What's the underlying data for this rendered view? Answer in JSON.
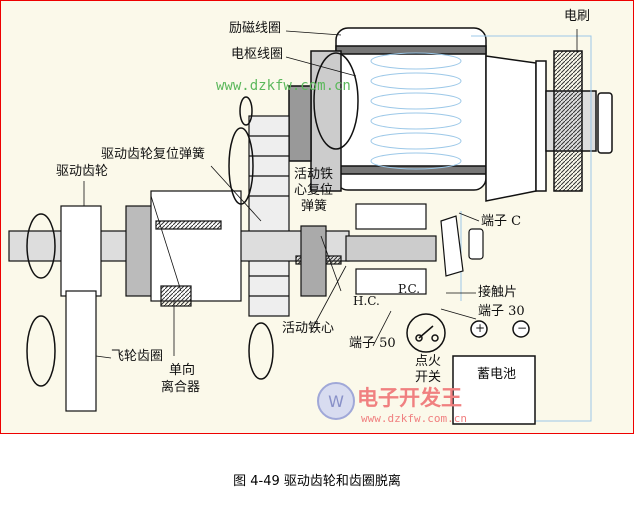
{
  "labels": {
    "field_coil": "励磁线圈",
    "armature_coil": "电枢线圈",
    "brush": "电刷",
    "drive_gear_return_spring": "驱动齿轮复位弹簧",
    "drive_gear": "驱动齿轮",
    "plunger_return_spring_l1": "活动铁",
    "plunger_return_spring_l2": "心复位",
    "plunger_return_spring_l3": "弹簧",
    "terminal_c": "端子 C",
    "contact_plate": "接触片",
    "terminal_30": "端子 30",
    "hc": "H.C.",
    "pc": "P.C.",
    "plunger": "活动铁心",
    "terminal_50": "端子 50",
    "flywheel_ring": "飞轮齿圈",
    "one_way_clutch_l1": "单向",
    "one_way_clutch_l2": "离合器",
    "ignition_switch_l1": "点火",
    "ignition_switch_l2": "开关",
    "battery": "蓄电池",
    "plus": "+",
    "minus": "−"
  },
  "watermark": {
    "url_top": "www.dzkfw.com.cn",
    "logo_text": "电子开发王",
    "url_bottom": "www.dzkfw.com.cn"
  },
  "caption": "图 4-49 驱动齿轮和齿圈脱离",
  "colors": {
    "border": "#e00000",
    "background": "#fbf9ea",
    "watermark_green": "#5cb85c",
    "logo_red": "#f08080"
  }
}
